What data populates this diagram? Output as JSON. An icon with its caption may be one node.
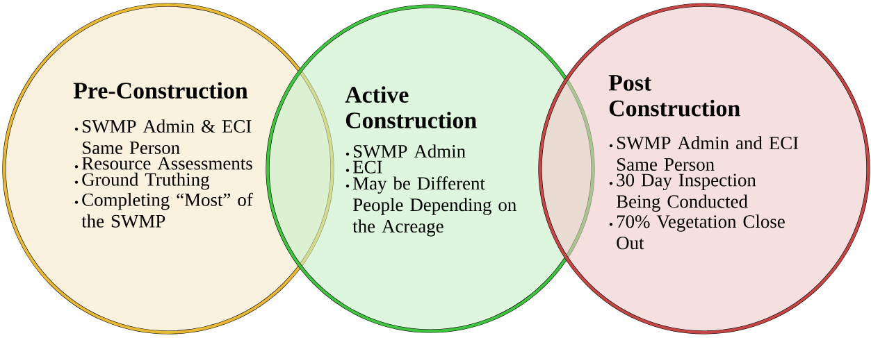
{
  "diagram": {
    "nodes": [
      {
        "text": [
          "Pre-Construction",
          "SWMP Admin & ECI Same Person",
          "Resource Assessments",
          "Ground Truthing",
          "Completing “Most” of the SWMP"
        ]
      },
      {
        "text": [
          "Active Construction",
          "SWMP Admin",
          "ECI",
          "May be Different People Depending on the Acreage"
        ]
      },
      {
        "text": [
          "Post Construction",
          "SWMP Admin and ECI Same Person",
          "30 Day Inspection Being Conducted",
          "70% Vegetation Close Out"
        ]
      }
    ]
  }
}
